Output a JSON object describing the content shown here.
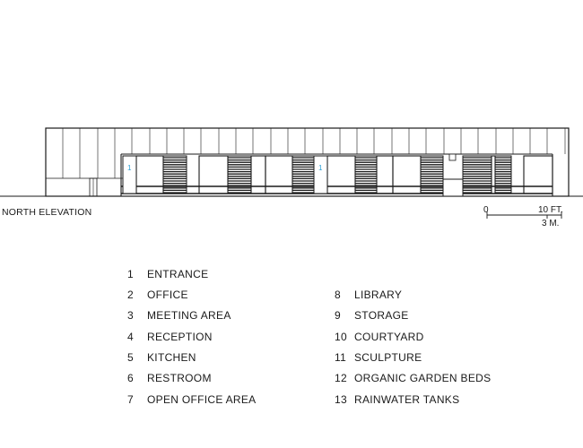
{
  "elevation": {
    "title": "NORTH ELEVATION",
    "door_tags": [
      "1",
      "1"
    ],
    "tag_color": "#2a9fd6",
    "line_color": "#1a1a1a"
  },
  "scale": {
    "zero": "0",
    "imperial": "10 FT.",
    "metric": "3 M."
  },
  "legend": {
    "left": [
      {
        "num": "1",
        "label": "ENTRANCE"
      },
      {
        "num": "2",
        "label": "OFFICE"
      },
      {
        "num": "3",
        "label": "MEETING AREA"
      },
      {
        "num": "4",
        "label": "RECEPTION"
      },
      {
        "num": "5",
        "label": "KITCHEN"
      },
      {
        "num": "6",
        "label": "RESTROOM"
      },
      {
        "num": "7",
        "label": "OPEN OFFICE AREA"
      }
    ],
    "right": [
      {
        "num": "8",
        "label": "LIBRARY"
      },
      {
        "num": "9",
        "label": "STORAGE"
      },
      {
        "num": "10",
        "label": "COURTYARD"
      },
      {
        "num": "11",
        "label": "SCULPTURE"
      },
      {
        "num": "12",
        "label": "ORGANIC GARDEN BEDS"
      },
      {
        "num": "13",
        "label": "RAINWATER TANKS"
      }
    ]
  }
}
